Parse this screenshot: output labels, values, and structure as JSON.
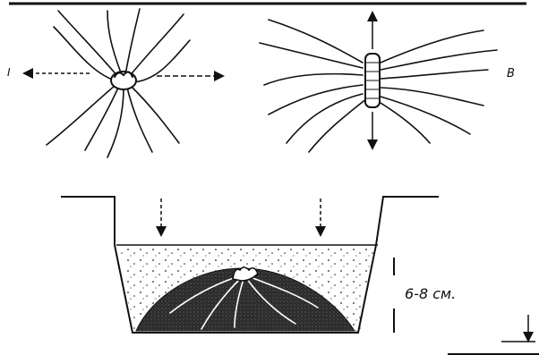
{
  "figure": {
    "label_left": "I",
    "label_right": "B",
    "depth_label": "6-8 см."
  }
}
